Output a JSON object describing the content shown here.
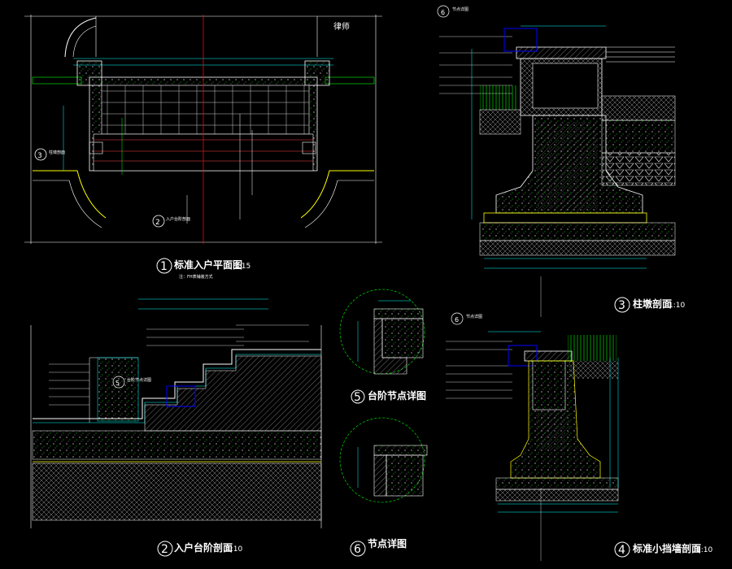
{
  "drawings": {
    "plan": {
      "number": "1",
      "title": "标准入户平面图",
      "scale": "1:15",
      "subnote": "注：FH表铺装方式",
      "callout2": "入户台阶剖面",
      "callout3": "柱墩剖面",
      "stamp": "律师"
    },
    "pillar": {
      "number": "3",
      "title": "柱墩剖面",
      "scale": "1:10",
      "callout": "节点详图"
    },
    "step": {
      "number": "2",
      "title": "入户台阶剖面",
      "scale": "1:10",
      "callout": "台阶节点详图"
    },
    "detail5": {
      "number": "5",
      "title": "台阶节点详图"
    },
    "detail6": {
      "number": "6",
      "title": "节点详图"
    },
    "wall": {
      "number": "4",
      "title": "标准小挡墙剖面",
      "scale": "1:10",
      "callout": "节点详图"
    }
  },
  "colors": {
    "background": "#000000",
    "line": "#ffffff",
    "cyan": "#00ffff",
    "yellow": "#ffff00",
    "green": "#00ff00",
    "red": "#ff0000",
    "blue": "#0000ff",
    "magenta": "#ff00ff"
  }
}
